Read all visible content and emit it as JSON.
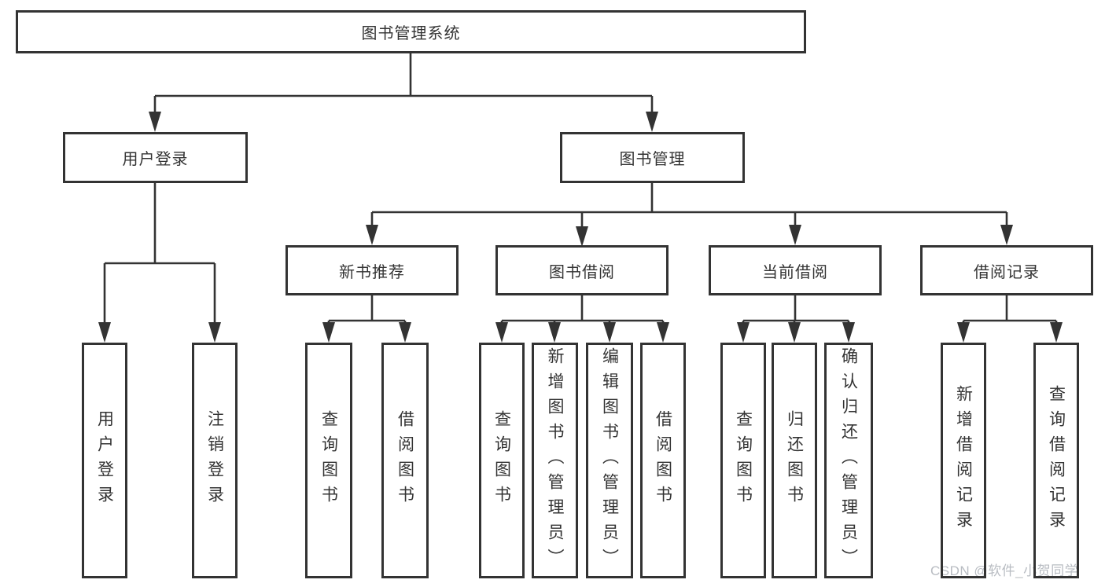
{
  "diagram": {
    "root_label": "图书管理系统",
    "branches": [
      {
        "label": "用户登录",
        "children": [
          "用户登录",
          "注销登录"
        ]
      },
      {
        "label": "图书管理",
        "groups": [
          {
            "label": "新书推荐",
            "children": [
              "查询图书",
              "借阅图书"
            ]
          },
          {
            "label": "图书借阅",
            "children": [
              "查询图书",
              "新增图书（管理员）",
              "编辑图书（管理员）",
              "借阅图书"
            ]
          },
          {
            "label": "当前借阅",
            "children": [
              "查询图书",
              "归还图书",
              "确认归还（管理员）"
            ]
          },
          {
            "label": "借阅记录",
            "children": [
              "新增借阅记录",
              "查询借阅记录"
            ]
          }
        ]
      }
    ]
  },
  "watermark": {
    "text": "CSDN @软件_小贺同学",
    "color": "#b8bcc2"
  },
  "colors": {
    "line": "#333333",
    "box_background": "#ffffff"
  }
}
